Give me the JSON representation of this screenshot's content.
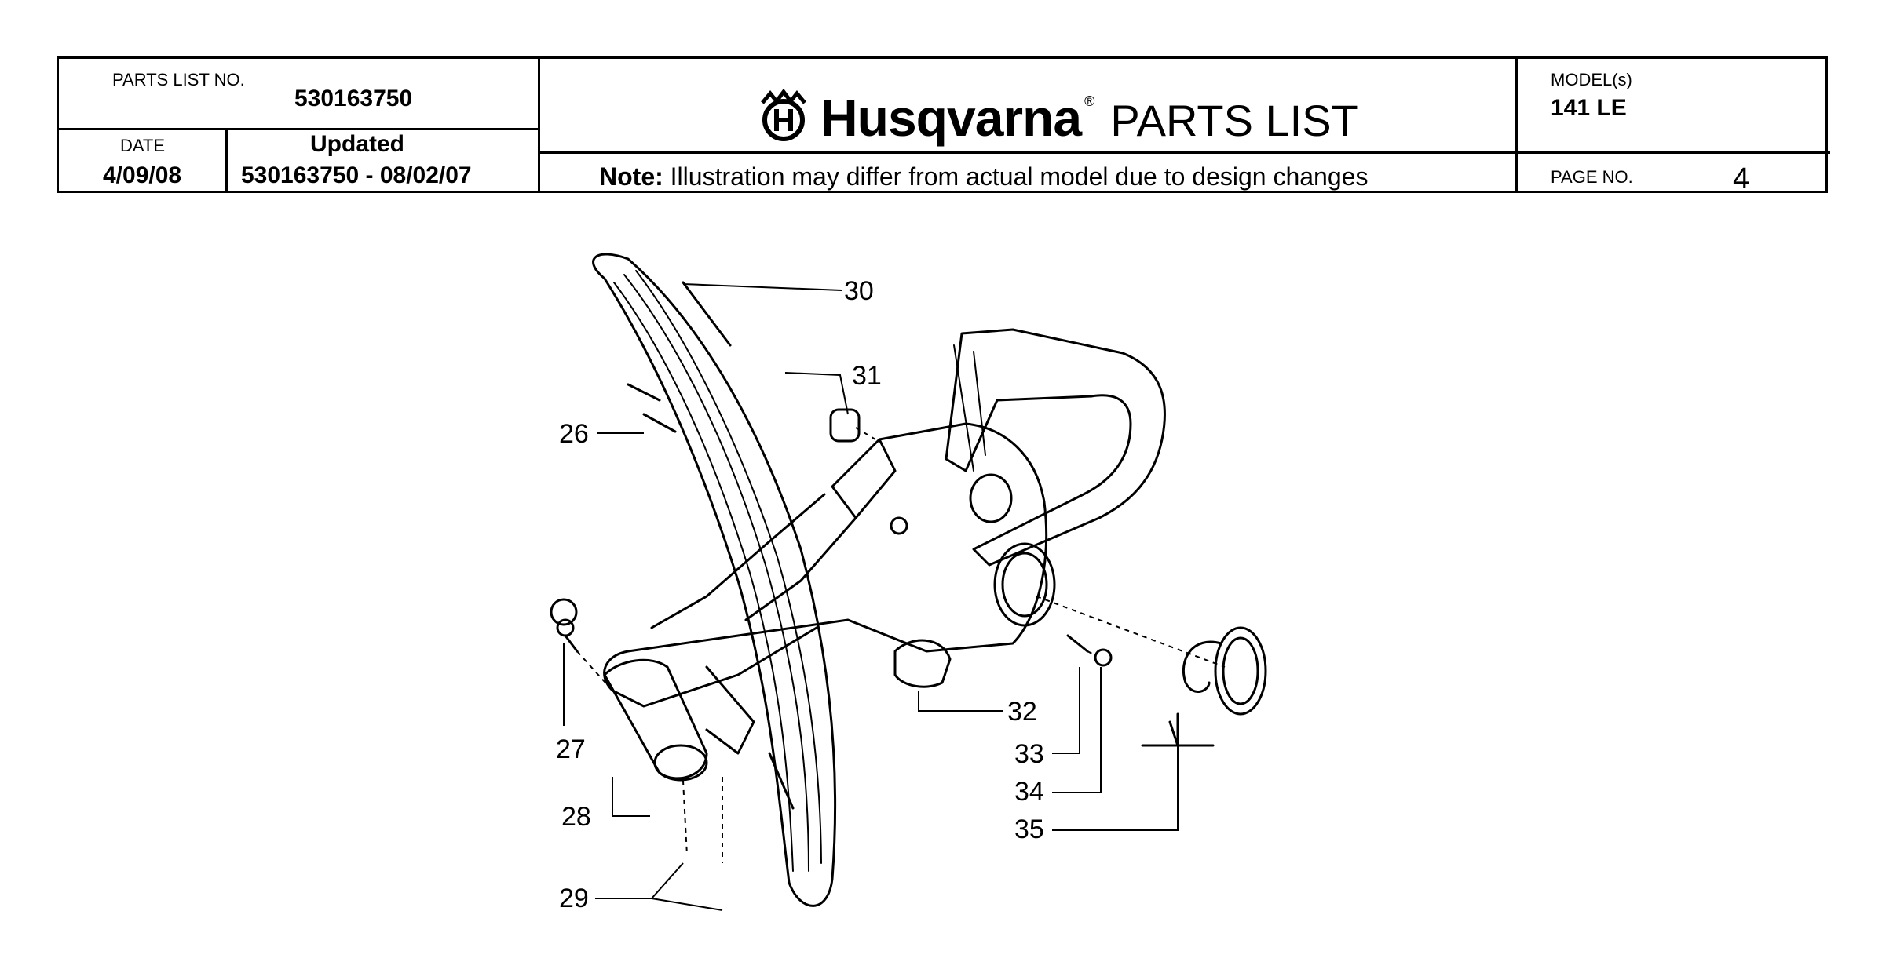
{
  "header": {
    "parts_list_no_label": "PARTS LIST NO.",
    "parts_list_no": "530163750",
    "date_label": "DATE",
    "date": "4/09/08",
    "updated_label": "Updated",
    "updated_value": "530163750 - 08/02/07",
    "brand": "Husqvarna",
    "registered": "®",
    "title": "PARTS LIST",
    "note_label": "Note:",
    "note_text": " Illustration may differ from actual model due to design changes",
    "model_label": "MODEL(s)",
    "model": "141 LE",
    "page_label": "PAGE   NO.",
    "page_no": "4"
  },
  "callouts": [
    "26",
    "27",
    "28",
    "29",
    "30",
    "31",
    "32",
    "33",
    "34",
    "35"
  ],
  "colors": {
    "ink": "#000000",
    "paper": "#ffffff"
  },
  "icons": {
    "logo": "husqvarna-crown-h-logo"
  }
}
